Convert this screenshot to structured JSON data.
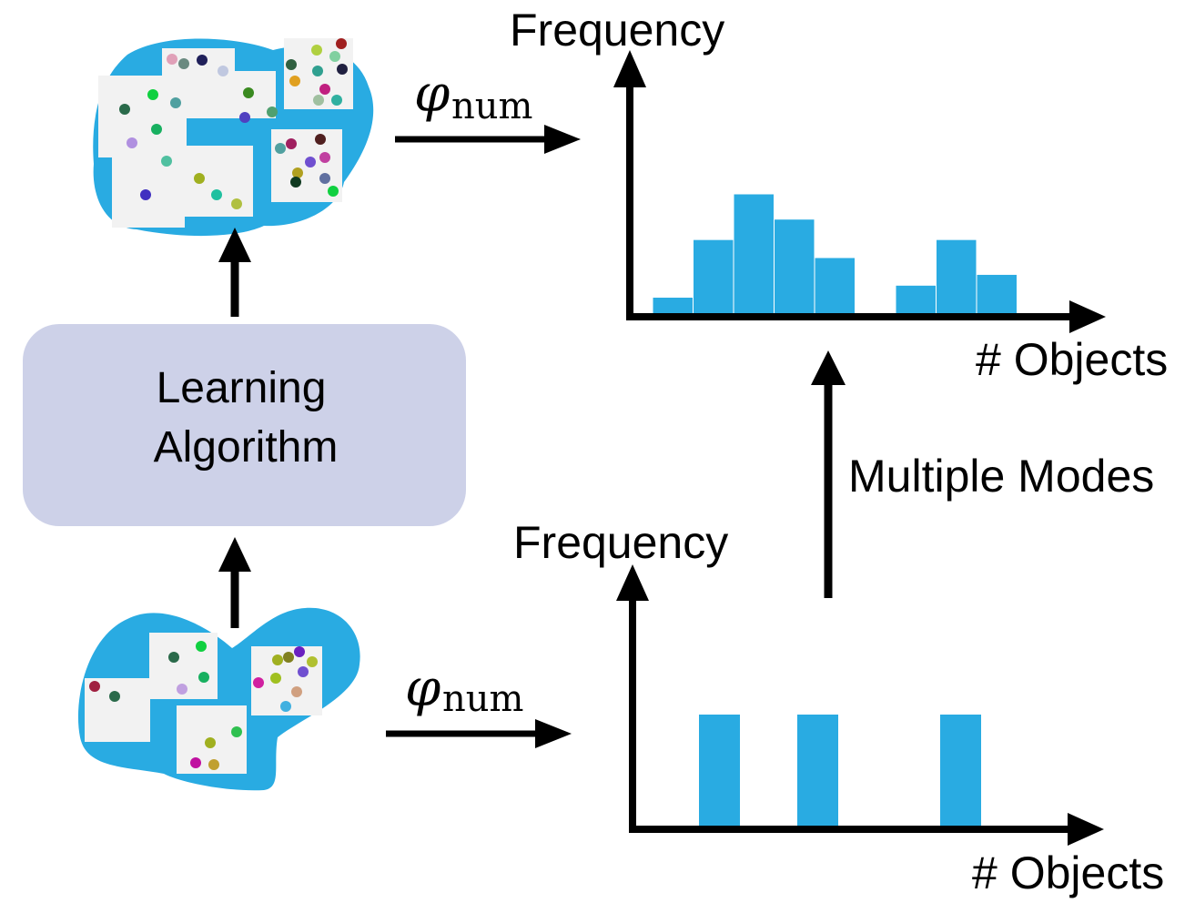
{
  "learning_box": {
    "line1": "Learning",
    "line2": "Algorithm"
  },
  "phi_top": {
    "symbol": "φ",
    "subscript": "num"
  },
  "phi_bottom": {
    "symbol": "φ",
    "subscript": "num"
  },
  "multiple_modes_label": "Multiple Modes",
  "top_histogram": {
    "ylabel": "Frequency",
    "xlabel": "# Objects",
    "bars": [
      0.14,
      0.62,
      1.0,
      0.79,
      0.47,
      0,
      0.24,
      0.62,
      0.33
    ],
    "color": "#29abe2"
  },
  "bottom_histogram": {
    "ylabel": "Frequency",
    "xlabel": "# Objects",
    "bars": [
      1,
      0,
      1,
      0,
      0,
      1
    ],
    "color": "#29abe2"
  },
  "colors": {
    "blob": "#29abe2",
    "box": "#cdd1e8",
    "arrow": "#000000"
  }
}
